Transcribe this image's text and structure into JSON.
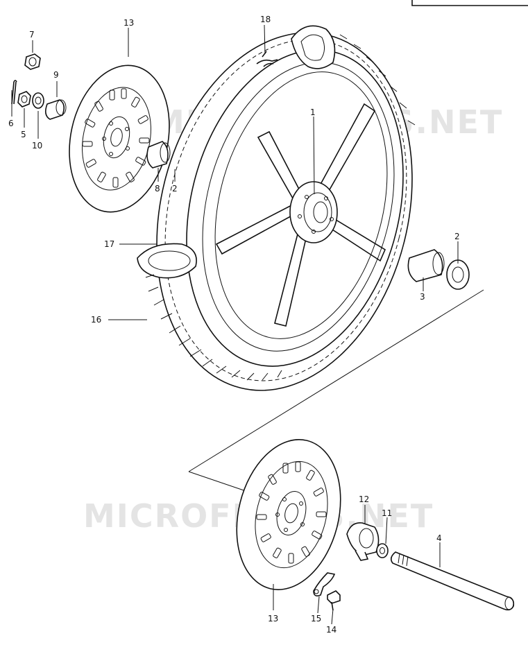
{
  "watermarks": [
    "MICROFICHES.NET",
    "MICROFICHES.NET"
  ],
  "labels": {
    "l1": "1",
    "l2a": "2",
    "l2b": "2",
    "l3": "3",
    "l4": "4",
    "l5": "5",
    "l6": "6",
    "l7": "7",
    "l8": "8",
    "l9": "9",
    "l10": "10",
    "l11": "11",
    "l12": "12",
    "l13a": "13",
    "l13b": "13",
    "l14": "14",
    "l15": "15",
    "l16": "16",
    "l17": "17",
    "l18": "18"
  }
}
